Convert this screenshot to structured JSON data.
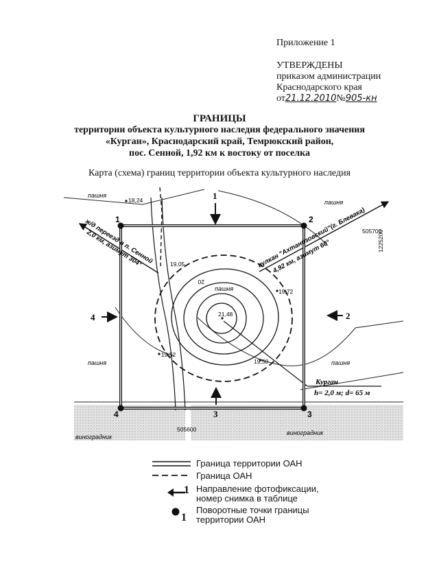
{
  "header": {
    "appendix": "Приложение 1",
    "approved": "УТВЕРЖДЕНЫ",
    "order_line1": "приказом администрации",
    "order_line2": "Краснодарского края",
    "order_prefix": "от",
    "order_date": "21.12.2010",
    "order_no_label": "№",
    "order_number": "905-кн"
  },
  "title": {
    "line0": "ГРАНИЦЫ",
    "line1": "территории объекта культурного наследия федерального значения",
    "line2": "«Курган», Краснодарский край, Темрюкский район,",
    "line3": "пос. Сенной, 1,92 км к востоку от поселка"
  },
  "subtitle": "Карта (схема) границ территории объекта культурного наследия",
  "map": {
    "labels": {
      "pashnya_tl": "пашня",
      "pashnya_tr": "пашня",
      "pashnya_c": "пашня",
      "pashnya_bl": "пашня",
      "pashnya_br": "пашня",
      "vinogradnik_l": "виноградник",
      "vinogradnik_r": "виноградник",
      "elev_1824": "18,24",
      "elev_1905": "19,05",
      "elev_1972": "19,72",
      "elev_2148": "21,48",
      "elev_1952": "19,52",
      "elev_1950": "19,50",
      "contour_20": "20",
      "grid_x": "505700",
      "grid_y": "1225200",
      "grid_x2": "505600",
      "left_dir_1": "ж/д переезд в п. Сенной",
      "left_dir_2": "2,0 км, азимут 304°",
      "right_dir_1": "вулкан \"Ахтанизовский\"(г. Блевака)",
      "right_dir_2": "4,92 км, азимут 60°",
      "kurgan_name": "Курган",
      "kurgan_dims": "h= 2,0 м; d= 65 м"
    },
    "points": [
      "1",
      "2",
      "3",
      "4"
    ],
    "photo_numbers": [
      "1",
      "2",
      "3",
      "4"
    ]
  },
  "legend": {
    "boundary_territory": "Граница территории ОАН",
    "boundary_oan": "Граница ОАН",
    "photo_line1": "Направление фотофиксации,",
    "photo_line2": "номер снимка в таблице",
    "photo_num": "1",
    "turn_line1": "Поворотные точки границы",
    "turn_line2": "территории ОАН",
    "turn_num": "1"
  }
}
